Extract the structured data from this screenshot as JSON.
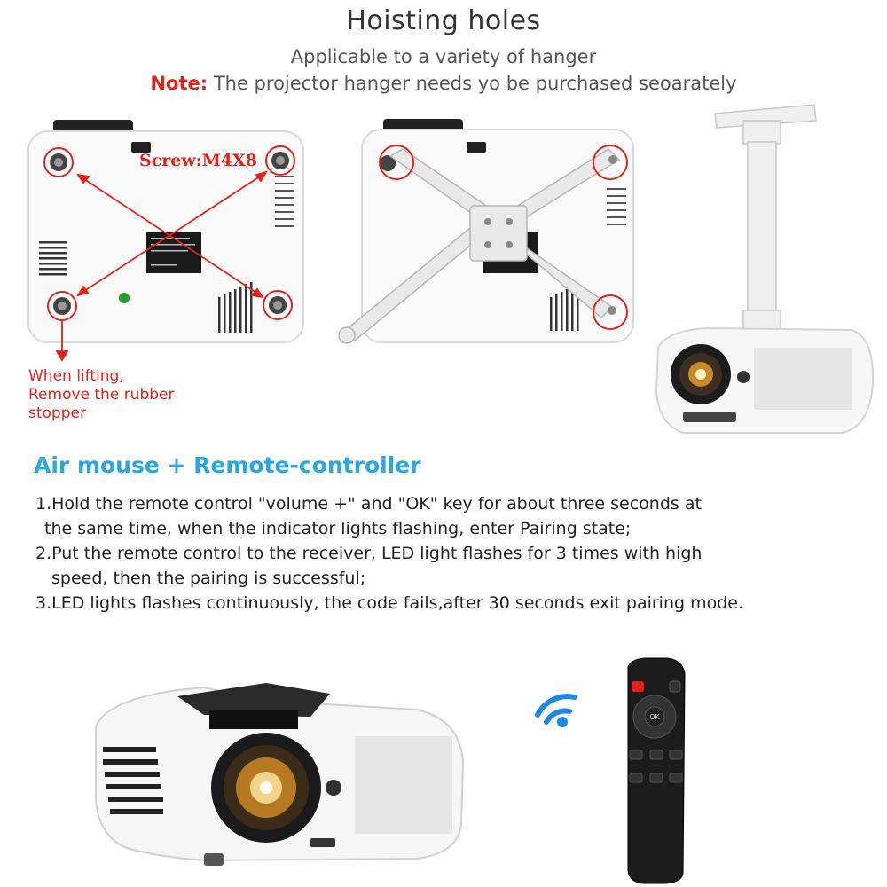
{
  "header": {
    "title": "Hoisting holes",
    "subtitle": "Applicable to a variety of hanger",
    "note_label": "Note:",
    "note_text": "The projector hanger needs yo be purchased seoarately"
  },
  "diagram": {
    "screw_label": "Screw:M4X8",
    "lift_note": [
      "When lifting,",
      "Remove the rubber",
      "stopper"
    ]
  },
  "air_mouse": {
    "heading": "Air mouse + Remote-controller",
    "steps": [
      "1.Hold the remote control \"volume +\" and \"OK\" key for about three seconds at",
      "the same time, when the indicator lights flashing, enter Pairing state;",
      "2.Put the remote control to the receiver, LED light flashes for 3 times with high",
      "speed, then the pairing is successful;",
      "3.LED lights flashes continuously, the code fails,after 30 seconds exit pairing mode."
    ]
  },
  "remote": {
    "ok_label": "OK"
  },
  "colors": {
    "accent_red": "#e2231a",
    "heading_blue": "#2aa7e0",
    "wifi_blue": "#1e88e5"
  }
}
